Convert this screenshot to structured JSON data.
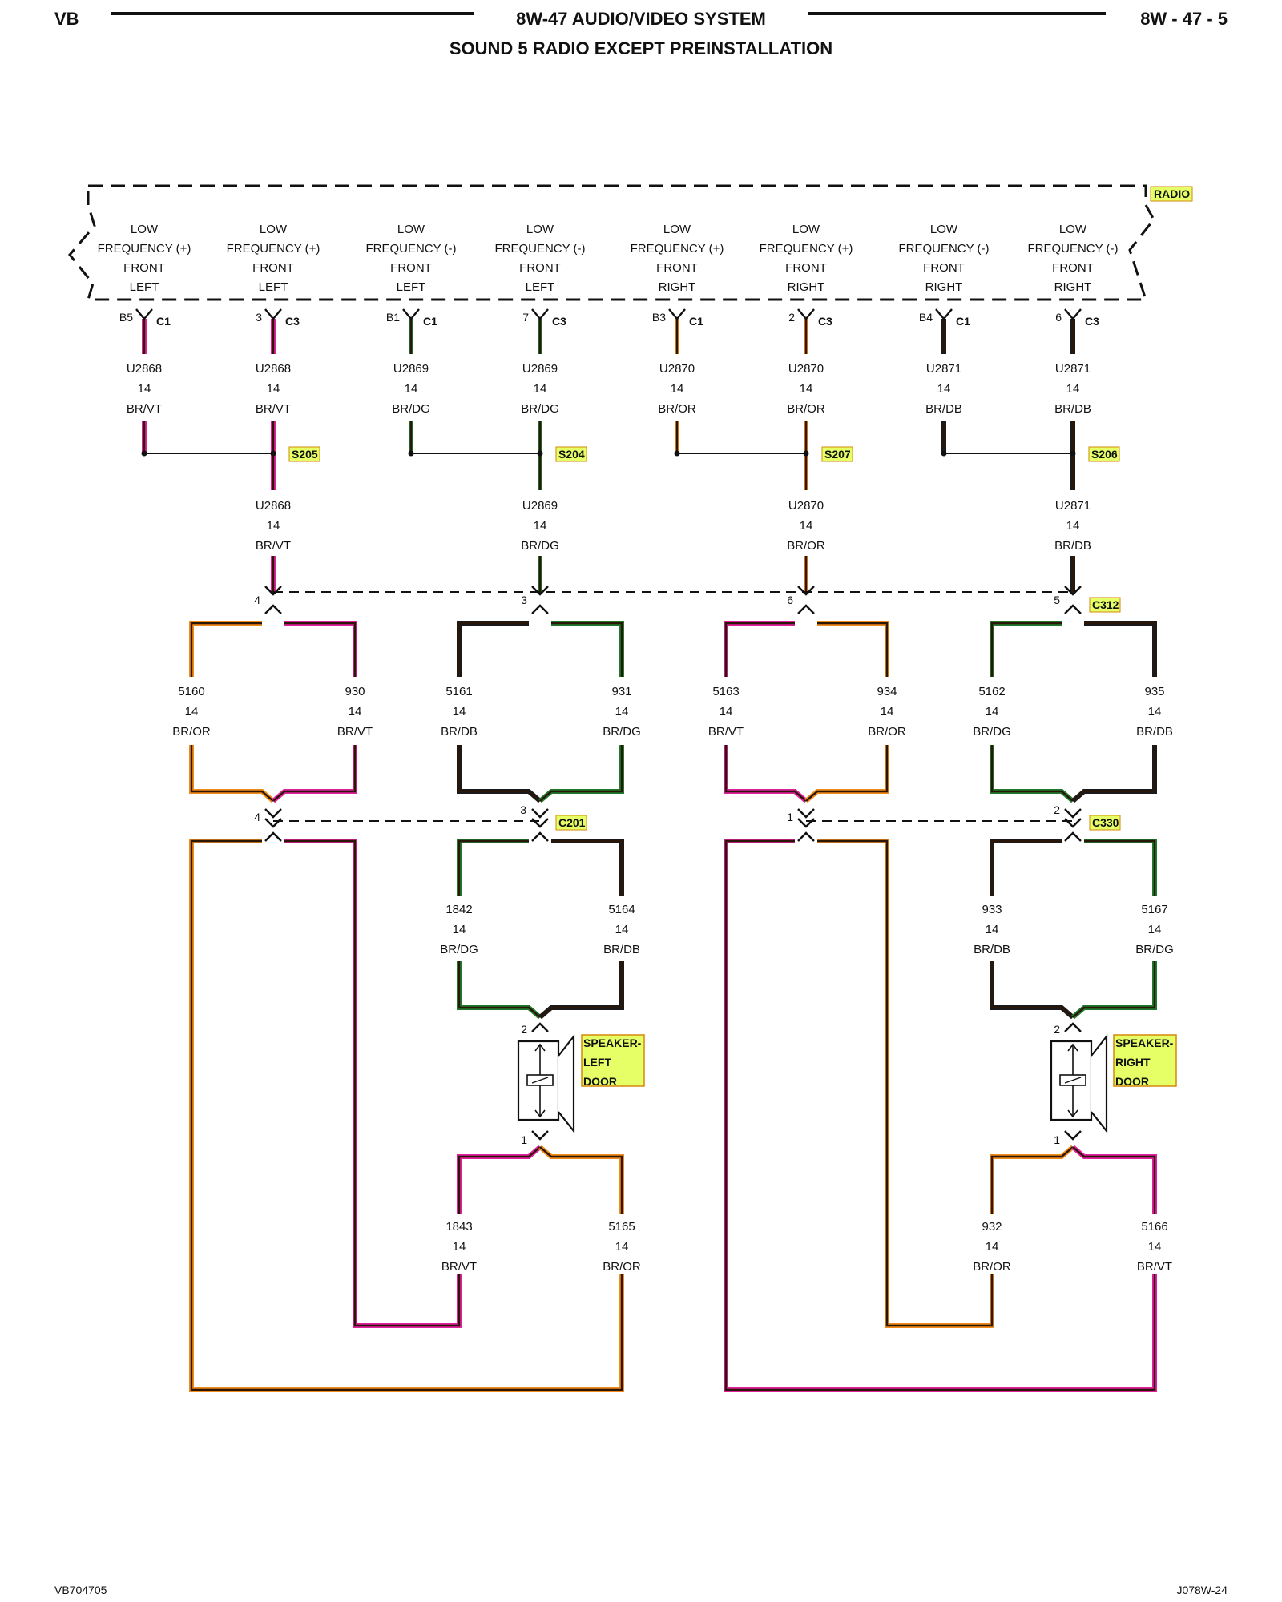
{
  "header": {
    "left": "VB",
    "title": "8W-47 AUDIO/VIDEO SYSTEM",
    "right": "8W - 47 - 5",
    "subtitle": "SOUND 5 RADIO EXCEPT PREINSTALLATION"
  },
  "footer": {
    "left": "VB704705",
    "right": "J078W-24"
  },
  "colors": {
    "highlight": "#e6ff66",
    "highlight_border": "#d4880a",
    "BR": "#2b1708",
    "VT": "#e0209c",
    "DG": "#1f7a2e",
    "OR": "#f08a1a",
    "DB": "#1a1a1a"
  },
  "radio": {
    "name": "RADIO",
    "terminals": [
      {
        "l1": "LOW",
        "l2": "FREQUENCY (+)",
        "l3": "FRONT",
        "l4": "LEFT",
        "pin": "B5",
        "conn": "C1",
        "circuit": "U2868",
        "gauge": "14",
        "color": "BR/VT"
      },
      {
        "l1": "LOW",
        "l2": "FREQUENCY (+)",
        "l3": "FRONT",
        "l4": "LEFT",
        "pin": "3",
        "conn": "C3",
        "circuit": "U2868",
        "gauge": "14",
        "color": "BR/VT"
      },
      {
        "l1": "LOW",
        "l2": "FREQUENCY (-)",
        "l3": "FRONT",
        "l4": "LEFT",
        "pin": "B1",
        "conn": "C1",
        "circuit": "U2869",
        "gauge": "14",
        "color": "BR/DG"
      },
      {
        "l1": "LOW",
        "l2": "FREQUENCY (-)",
        "l3": "FRONT",
        "l4": "LEFT",
        "pin": "7",
        "conn": "C3",
        "circuit": "U2869",
        "gauge": "14",
        "color": "BR/DG"
      },
      {
        "l1": "LOW",
        "l2": "FREQUENCY (+)",
        "l3": "FRONT",
        "l4": "RIGHT",
        "pin": "B3",
        "conn": "C1",
        "circuit": "U2870",
        "gauge": "14",
        "color": "BR/OR"
      },
      {
        "l1": "LOW",
        "l2": "FREQUENCY (+)",
        "l3": "FRONT",
        "l4": "RIGHT",
        "pin": "2",
        "conn": "C3",
        "circuit": "U2870",
        "gauge": "14",
        "color": "BR/OR"
      },
      {
        "l1": "LOW",
        "l2": "FREQUENCY (-)",
        "l3": "FRONT",
        "l4": "RIGHT",
        "pin": "B4",
        "conn": "C1",
        "circuit": "U2871",
        "gauge": "14",
        "color": "BR/DB"
      },
      {
        "l1": "LOW",
        "l2": "FREQUENCY (-)",
        "l3": "FRONT",
        "l4": "RIGHT",
        "pin": "6",
        "conn": "C3",
        "circuit": "U2871",
        "gauge": "14",
        "color": "BR/DB"
      }
    ]
  },
  "splices": [
    {
      "name": "S205",
      "circuit": "U2868",
      "gauge": "14",
      "color": "BR/VT"
    },
    {
      "name": "S204",
      "circuit": "U2869",
      "gauge": "14",
      "color": "BR/DG"
    },
    {
      "name": "S207",
      "circuit": "U2870",
      "gauge": "14",
      "color": "BR/OR"
    },
    {
      "name": "S206",
      "circuit": "U2871",
      "gauge": "14",
      "color": "BR/DB"
    }
  ],
  "c312": {
    "name": "C312",
    "pins": [
      "4",
      "3",
      "6",
      "5"
    ],
    "wires": [
      {
        "circuit": "5160",
        "gauge": "14",
        "color": "BR/OR"
      },
      {
        "circuit": "930",
        "gauge": "14",
        "color": "BR/VT"
      },
      {
        "circuit": "5161",
        "gauge": "14",
        "color": "BR/DB"
      },
      {
        "circuit": "931",
        "gauge": "14",
        "color": "BR/DG"
      },
      {
        "circuit": "5163",
        "gauge": "14",
        "color": "BR/VT"
      },
      {
        "circuit": "934",
        "gauge": "14",
        "color": "BR/OR"
      },
      {
        "circuit": "5162",
        "gauge": "14",
        "color": "BR/DG"
      },
      {
        "circuit": "935",
        "gauge": "14",
        "color": "BR/DB"
      }
    ]
  },
  "c201": {
    "name": "C201",
    "pins": [
      "4",
      "3"
    ]
  },
  "c330": {
    "name": "C330",
    "pins": [
      "1",
      "2"
    ]
  },
  "left_door": {
    "upper_wires": [
      {
        "circuit": "1842",
        "gauge": "14",
        "color": "BR/DG"
      },
      {
        "circuit": "5164",
        "gauge": "14",
        "color": "BR/DB"
      }
    ],
    "speaker": {
      "l1": "SPEAKER-",
      "l2": "LEFT",
      "l3": "DOOR",
      "pin_top": "2",
      "pin_bottom": "1"
    },
    "lower_wires": [
      {
        "circuit": "1843",
        "gauge": "14",
        "color": "BR/VT"
      },
      {
        "circuit": "5165",
        "gauge": "14",
        "color": "BR/OR"
      }
    ]
  },
  "right_door": {
    "upper_wires": [
      {
        "circuit": "933",
        "gauge": "14",
        "color": "BR/DB"
      },
      {
        "circuit": "5167",
        "gauge": "14",
        "color": "BR/DG"
      }
    ],
    "speaker": {
      "l1": "SPEAKER-",
      "l2": "RIGHT",
      "l3": "DOOR",
      "pin_top": "2",
      "pin_bottom": "1"
    },
    "lower_wires": [
      {
        "circuit": "932",
        "gauge": "14",
        "color": "BR/OR"
      },
      {
        "circuit": "5166",
        "gauge": "14",
        "color": "BR/VT"
      }
    ]
  }
}
